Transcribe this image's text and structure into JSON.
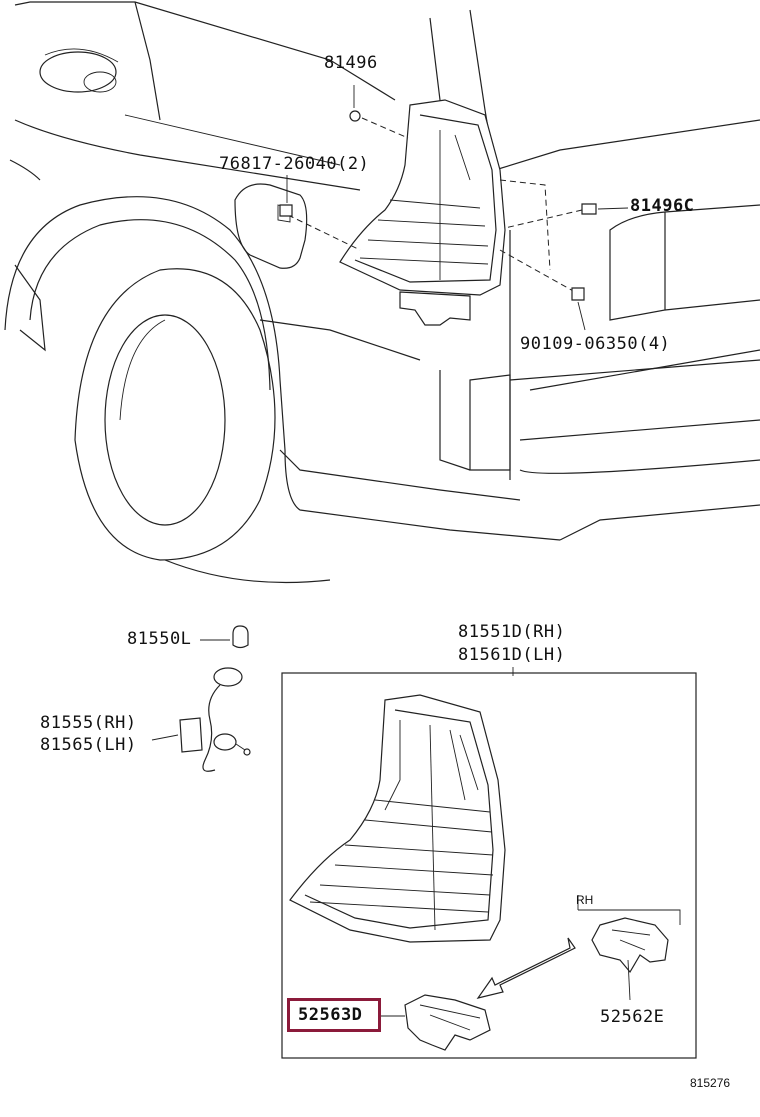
{
  "diagram": {
    "labels": {
      "p81496": "81496",
      "p76817": "76817-26040(2)",
      "p81496c": "81496C",
      "p90109": "90109-06350(4)",
      "p81550l": "81550L",
      "p81555": "81555(RH)",
      "p81565": "81565(LH)",
      "p81551d": "81551D(RH)",
      "p81561d": "81561D(LH)",
      "p52563d": "52563D",
      "p52562e": "52562E",
      "rh_tag": "RH",
      "figure_number": "815276"
    },
    "highlight_color": "#8b1a3a"
  }
}
